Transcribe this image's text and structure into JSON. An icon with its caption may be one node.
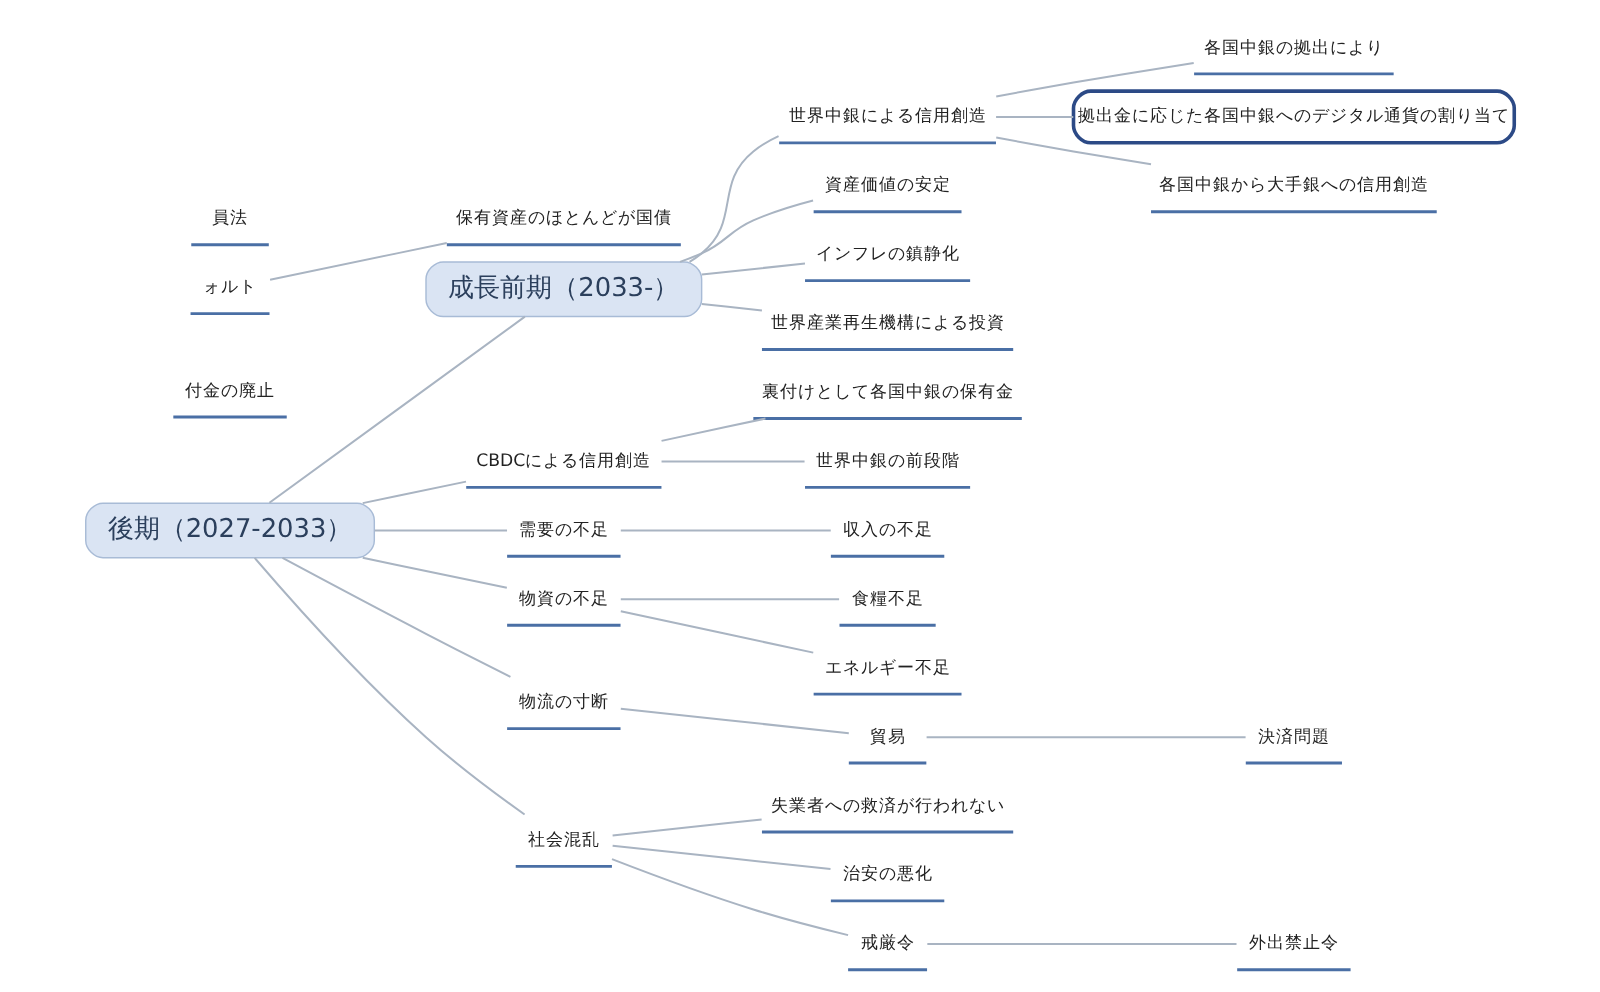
{
  "diagram": {
    "nodes": [
      {
        "text": [
          "員法"
        ]
      },
      {
        "text": [
          "ォルト"
        ]
      },
      {
        "text": [
          "保有資産のほとんどが国債"
        ]
      },
      {
        "text": [
          "各国中銀の拠出により"
        ]
      },
      {
        "text": [
          "世界中銀による信用創造"
        ]
      },
      {
        "text": [
          "拠出金に応じた各国中銀へのデジタル通貨の割り当て"
        ]
      },
      {
        "text": [
          "各国中銀から大手銀への信用創造"
        ]
      },
      {
        "text": [
          "資産価値の安定"
        ]
      },
      {
        "text": [
          "インフレの鎮静化"
        ]
      },
      {
        "text": [
          "世界産業再生機構による投資"
        ]
      },
      {
        "text": [
          "付金の廃止"
        ]
      },
      {
        "text": [
          "後期（2027-2033）"
        ]
      },
      {
        "text": [
          "成長前期（2033-）"
        ]
      },
      {
        "text": [
          "CBDCによる信用創造"
        ]
      },
      {
        "text": [
          "裏付けとして各国中銀の保有金"
        ]
      },
      {
        "text": [
          "世界中銀の前段階"
        ]
      },
      {
        "text": [
          "需要の不足"
        ]
      },
      {
        "text": [
          "収入の不足"
        ]
      },
      {
        "text": [
          "物資の不足"
        ]
      },
      {
        "text": [
          "食糧不足"
        ]
      },
      {
        "text": [
          "エネルギー不足"
        ]
      },
      {
        "text": [
          "物流の寸断"
        ]
      },
      {
        "text": [
          "貿易"
        ]
      },
      {
        "text": [
          "決済問題"
        ]
      },
      {
        "text": [
          "社会混乱"
        ]
      },
      {
        "text": [
          "失業者への救済が行われない"
        ]
      },
      {
        "text": [
          "治安の悪化"
        ]
      },
      {
        "text": [
          "戒厳令"
        ]
      },
      {
        "text": [
          "外出禁止令"
        ]
      }
    ],
    "edges": [
      {
        "from": 1,
        "to": 2,
        "arrow": "none"
      },
      {
        "from": 11,
        "to": 12,
        "arrow": "none"
      },
      {
        "from": 12,
        "to": 4,
        "arrow": "none"
      },
      {
        "from": 12,
        "to": 7,
        "arrow": "none"
      },
      {
        "from": 12,
        "to": 8,
        "arrow": "none"
      },
      {
        "from": 12,
        "to": 9,
        "arrow": "none"
      },
      {
        "from": 4,
        "to": 3,
        "arrow": "none"
      },
      {
        "from": 4,
        "to": 5,
        "arrow": "none"
      },
      {
        "from": 4,
        "to": 6,
        "arrow": "none"
      },
      {
        "from": 11,
        "to": 13,
        "arrow": "none"
      },
      {
        "from": 13,
        "to": 14,
        "arrow": "none"
      },
      {
        "from": 13,
        "to": 15,
        "arrow": "none"
      },
      {
        "from": 11,
        "to": 16,
        "arrow": "none"
      },
      {
        "from": 16,
        "to": 17,
        "arrow": "none"
      },
      {
        "from": 11,
        "to": 18,
        "arrow": "none"
      },
      {
        "from": 18,
        "to": 19,
        "arrow": "none"
      },
      {
        "from": 18,
        "to": 20,
        "arrow": "none"
      },
      {
        "from": 11,
        "to": 21,
        "arrow": "none"
      },
      {
        "from": 21,
        "to": 22,
        "arrow": "none"
      },
      {
        "from": 22,
        "to": 23,
        "arrow": "none"
      },
      {
        "from": 11,
        "to": 24,
        "arrow": "none"
      },
      {
        "from": 24,
        "to": 25,
        "arrow": "none"
      },
      {
        "from": 24,
        "to": 26,
        "arrow": "none"
      },
      {
        "from": 24,
        "to": 27,
        "arrow": "none"
      },
      {
        "from": 27,
        "to": 28,
        "arrow": "none"
      }
    ]
  }
}
